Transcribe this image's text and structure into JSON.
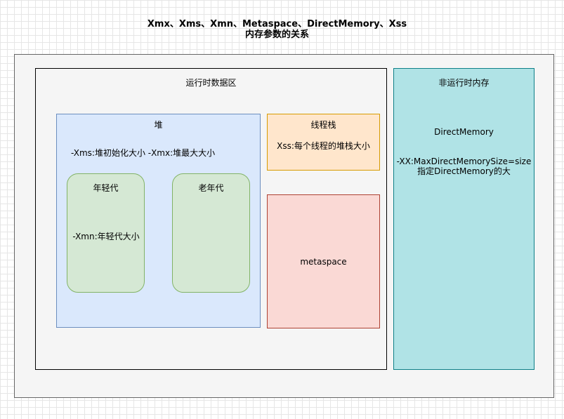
{
  "title": {
    "line1": "Xmx、Xms、Xmn、Metaspace、DirectMemory、Xss",
    "line2": "内存参数的关系"
  },
  "runtime_area": {
    "label": "运行时数据区"
  },
  "heap": {
    "label": "堆",
    "params": "-Xms:堆初始化大小   -Xmx:堆最大大小",
    "young_gen": {
      "label": "年轻代",
      "param": "-Xmn:年轻代大小"
    },
    "old_gen": {
      "label": "老年代"
    }
  },
  "thread_stack": {
    "label": "线程栈",
    "param": "Xss:每个线程的堆栈大小"
  },
  "metaspace": {
    "label": "metaspace"
  },
  "non_runtime": {
    "label": "非运行时内存",
    "direct_memory": "DirectMemory",
    "param_line1": "-XX:MaxDirectMemorySize=size",
    "param_line2": "指定DirectMemory的大"
  },
  "colors": {
    "outer_fill": "#f5f5f5",
    "heap_fill": "#dae8fc",
    "gen_fill": "#d5e8d4",
    "stack_fill": "#ffe6cc",
    "metaspace_fill": "#fad9d5",
    "non_runtime_fill": "#b0e3e6"
  }
}
